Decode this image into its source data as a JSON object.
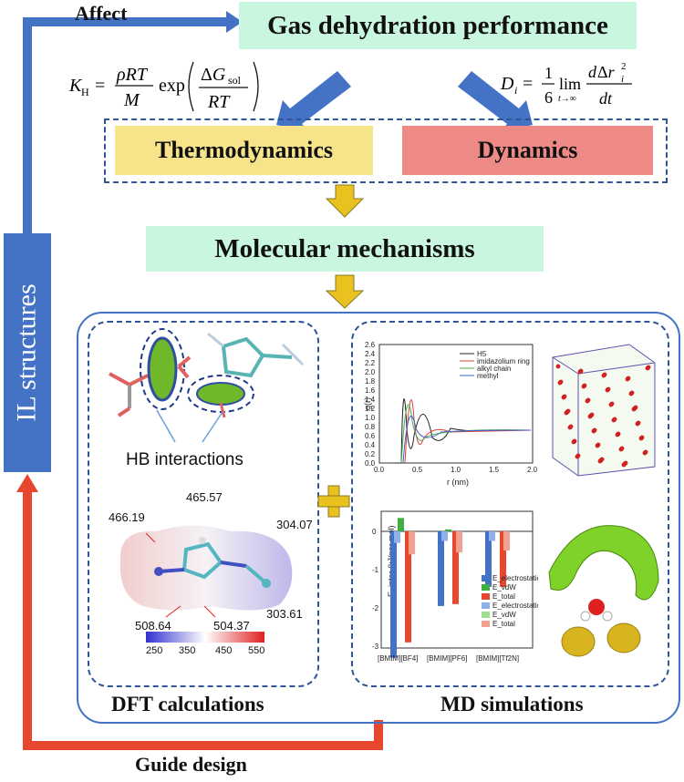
{
  "labels": {
    "affect": "Affect",
    "guide_design": "Guide design",
    "title": "Gas dehydration performance",
    "thermodynamics": "Thermodynamics",
    "dynamics": "Dynamics",
    "molecular_mechanisms": "Molecular mechanisms",
    "il_structures": "IL structures",
    "hb_interactions": "HB interactions",
    "dft_calculations": "DFT calculations",
    "md_simulations": "MD simulations"
  },
  "equations": {
    "henry": "K_H = ρRT/M · exp(ΔG_sol/RT)",
    "diffusion": "D_i = 1/6 lim(t→∞) dΔr_i²/dt"
  },
  "esp_map": {
    "values": [
      "466.19",
      "465.57",
      "304.07",
      "303.61",
      "508.64",
      "504.37"
    ],
    "colorbar_ticks": [
      "250",
      "350",
      "450",
      "550"
    ]
  },
  "rdf_chart": {
    "ylabel": "g(r)",
    "xlabel": "r (nm)",
    "x_ticks": [
      "0.0",
      "0.5",
      "1.0",
      "1.5",
      "2.0"
    ],
    "y_ticks": [
      "0.0",
      "0.2",
      "0.4",
      "0.6",
      "0.8",
      "1.0",
      "1.2",
      "1.4",
      "1.6",
      "1.8",
      "2.0",
      "2.2",
      "2.4",
      "2.6"
    ],
    "legend": [
      "H5",
      "imidazolium ring",
      "alkyl chain",
      "methyl"
    ]
  },
  "energy_chart": {
    "ylabel": "E_inter (kJ/par mol)",
    "y_ticks": [
      "0",
      "-1",
      "-2",
      "-3"
    ],
    "categories": [
      "[BMIM][BF4]",
      "[BMIM][PF6]",
      "[BMIM][Tf2N]"
    ],
    "legend": [
      "E_electrostatic",
      "E_vdW",
      "E_total",
      "E_electrostatic",
      "E_vdW",
      "E_total"
    ]
  },
  "colors": {
    "blue_arrow": "#4472c4",
    "red_arrow": "#e8472f",
    "yellow_arrow": "#e9c21f",
    "mint_box": "#c9f6df",
    "yellow_box": "#f6e38a",
    "red_box": "#ee8a86"
  }
}
